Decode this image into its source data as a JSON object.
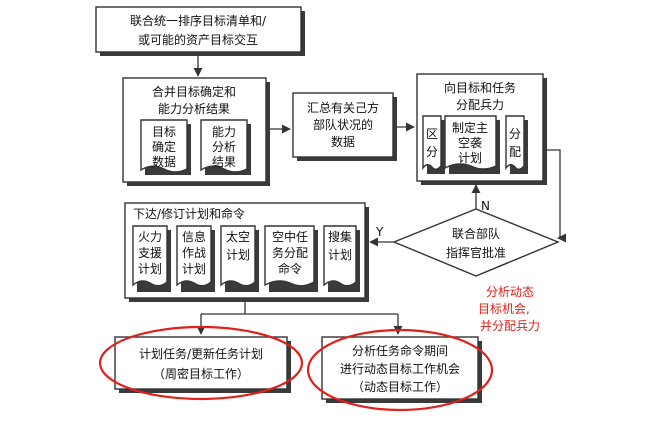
{
  "top": {
    "line1": "联合统一排序目标清单和/",
    "line2": "或可能的资产目标交互"
  },
  "merge": {
    "title1": "合并目标确定和",
    "title2": "能力分析结果",
    "doc1": [
      "目标",
      "确定",
      "数据"
    ],
    "doc2": [
      "能力",
      "分析",
      "结果"
    ]
  },
  "summary": [
    "汇总有关己方",
    "部队状况的",
    "数据"
  ],
  "assign": {
    "title1": "向目标和任务",
    "title2": "分配兵力",
    "doc1": [
      "区",
      "分"
    ],
    "doc2": [
      "制定主",
      "空袭",
      "计划"
    ],
    "doc3": [
      "分",
      "配"
    ]
  },
  "orders": {
    "title": "下达/修订计划和命令",
    "docs": [
      [
        "火力",
        "支援",
        "计划"
      ],
      [
        "信息",
        "作战",
        "计划"
      ],
      [
        "太空",
        "计划"
      ],
      [
        "空中任",
        "务分配",
        "命令"
      ],
      [
        "搜集",
        "计划"
      ]
    ]
  },
  "decision": {
    "line1": "联合部队",
    "line2": "指挥官批准",
    "no": "N",
    "yes": "Y"
  },
  "annotation": [
    "分析动态",
    "目标机会,",
    "并分配兵力"
  ],
  "bottom_left": {
    "line1": "计划任务/更新任务计划",
    "line2": "（周密目标工作）"
  },
  "bottom_right": {
    "line1": "分析任务命令期间",
    "line2": "进行动态目标工作机会",
    "line3": "（动态目标工作）"
  },
  "colors": {
    "highlight": "#e0201a",
    "stroke": "#333333"
  }
}
